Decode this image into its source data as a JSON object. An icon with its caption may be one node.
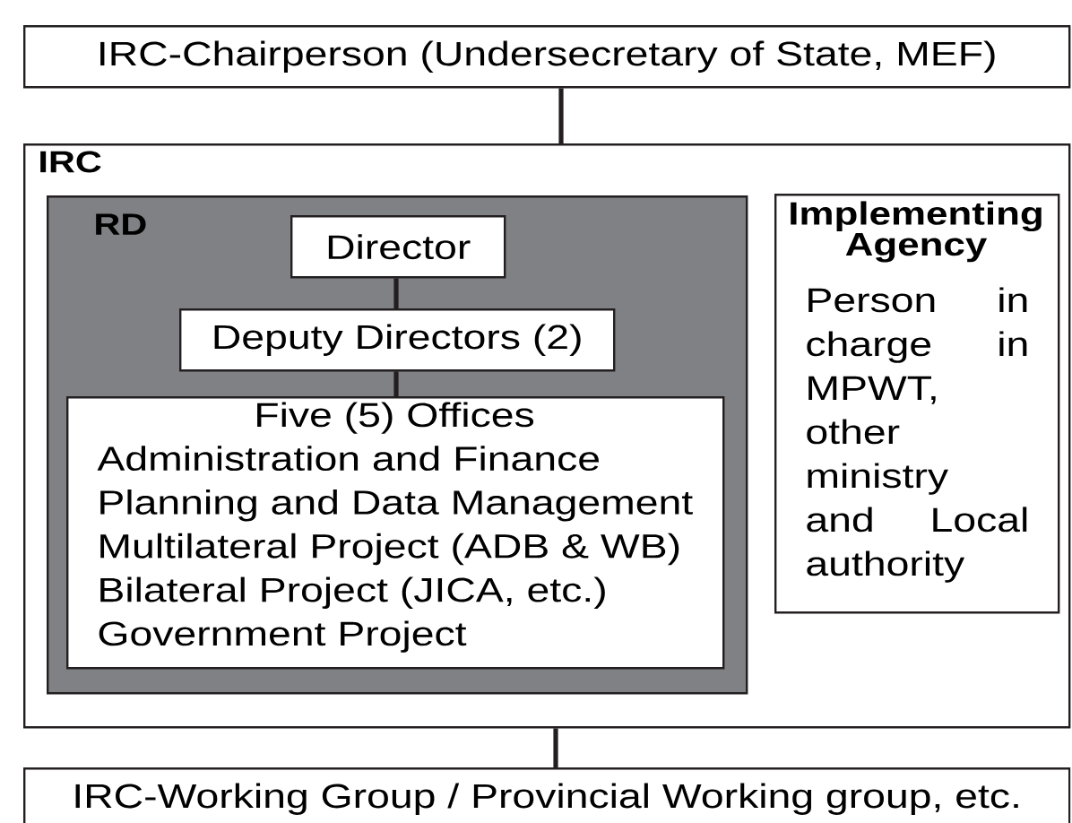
{
  "diagram": {
    "nodes": [
      {
        "text": [
          "IRC-Chairperson (Undersecretary of State, MEF)"
        ]
      },
      {
        "text": [
          "IRC"
        ]
      },
      {
        "text": [
          "RD"
        ],
        "in": 1
      },
      {
        "text": [
          "Director"
        ],
        "in": 2
      },
      {
        "text": [
          "Deputy Directors (2)"
        ],
        "in": 2
      },
      {
        "text": [
          "Five (5) Offices",
          "Administration and Finance",
          "Planning and Data Management",
          "Multilateral Project (ADB & WB)",
          "Bilateral Project (JICA, etc.)",
          "Government Project"
        ],
        "in": 2
      },
      {
        "text": [
          "Implementing Agency",
          "Person in charge in MPWT, other ministry and Local authority"
        ],
        "in": 1
      },
      {
        "text": [
          "IRC-Working Group / Provincial Working group, etc."
        ]
      }
    ],
    "edges": [
      {
        "from": 0,
        "to": 1,
        "arrow": "none"
      },
      {
        "from": 3,
        "to": 4,
        "arrow": "none"
      },
      {
        "from": 4,
        "to": 5,
        "arrow": "none"
      },
      {
        "from": 1,
        "to": 7,
        "arrow": "none"
      }
    ]
  }
}
